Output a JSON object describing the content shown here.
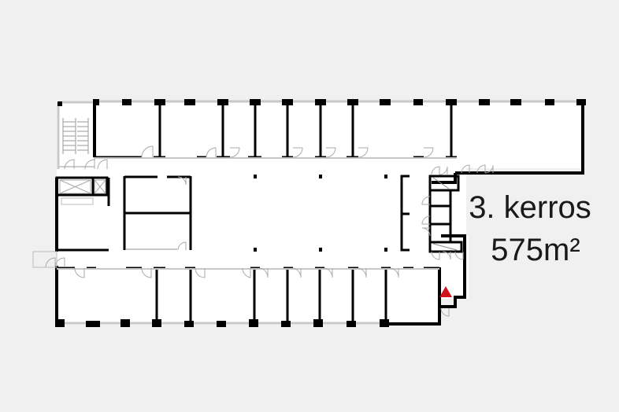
{
  "floor_plan": {
    "floor_label": "3. kerros",
    "area_label": "575m²",
    "colors": {
      "background": "#f0f0f0",
      "floor": "#ffffff",
      "wall": "#000000",
      "window": "#c8c8c8",
      "door_swing": "#aaaaaa",
      "entrance_marker": "#d0141e"
    },
    "markers": [
      {
        "type": "entrance-triangle",
        "color": "#d0141e"
      }
    ]
  }
}
